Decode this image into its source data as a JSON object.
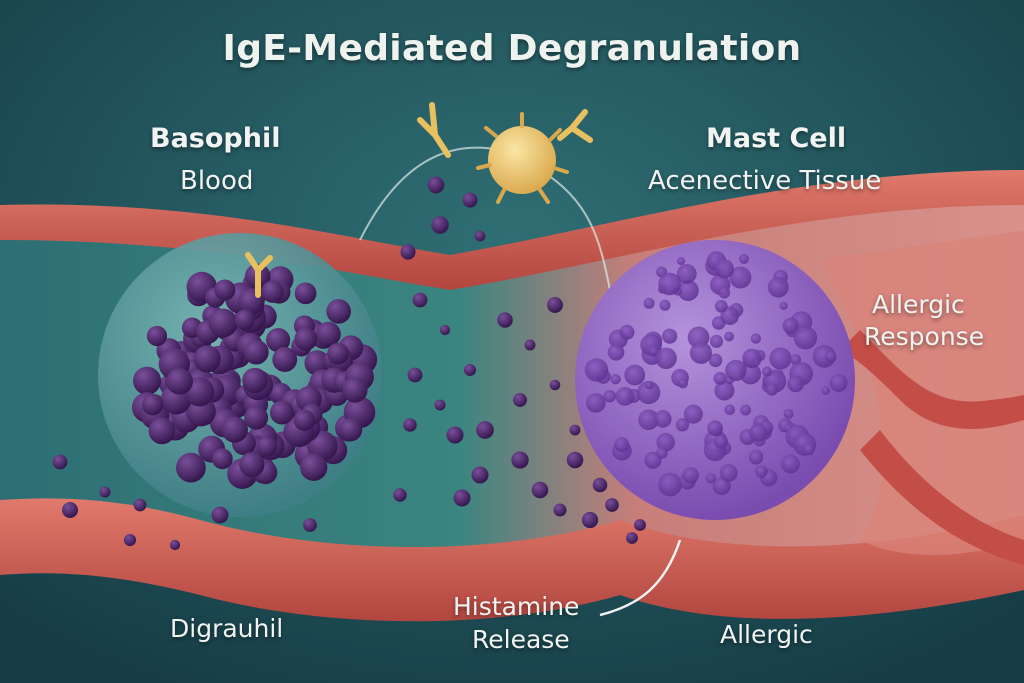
{
  "title": "IgE-Mediated Degranulation",
  "labels": {
    "basophil": "Basophil",
    "basophil_site": "Blood",
    "mast_cell": "Mast Cell",
    "mast_site": "Acenective Tissue",
    "allergic_response_1": "Allergic",
    "allergic_response_2": "Response",
    "digrauhil": "Digrauhil",
    "histamine_1": "Histamine",
    "histamine_2": "Release",
    "allergic_bottom": "Allergic"
  },
  "colors": {
    "background": "#1f4d55",
    "vessel_wall": "#c9554f",
    "granule": "#4a2a6b",
    "antibody": "#e8c060",
    "mast_cell": "#9a6ccc"
  }
}
